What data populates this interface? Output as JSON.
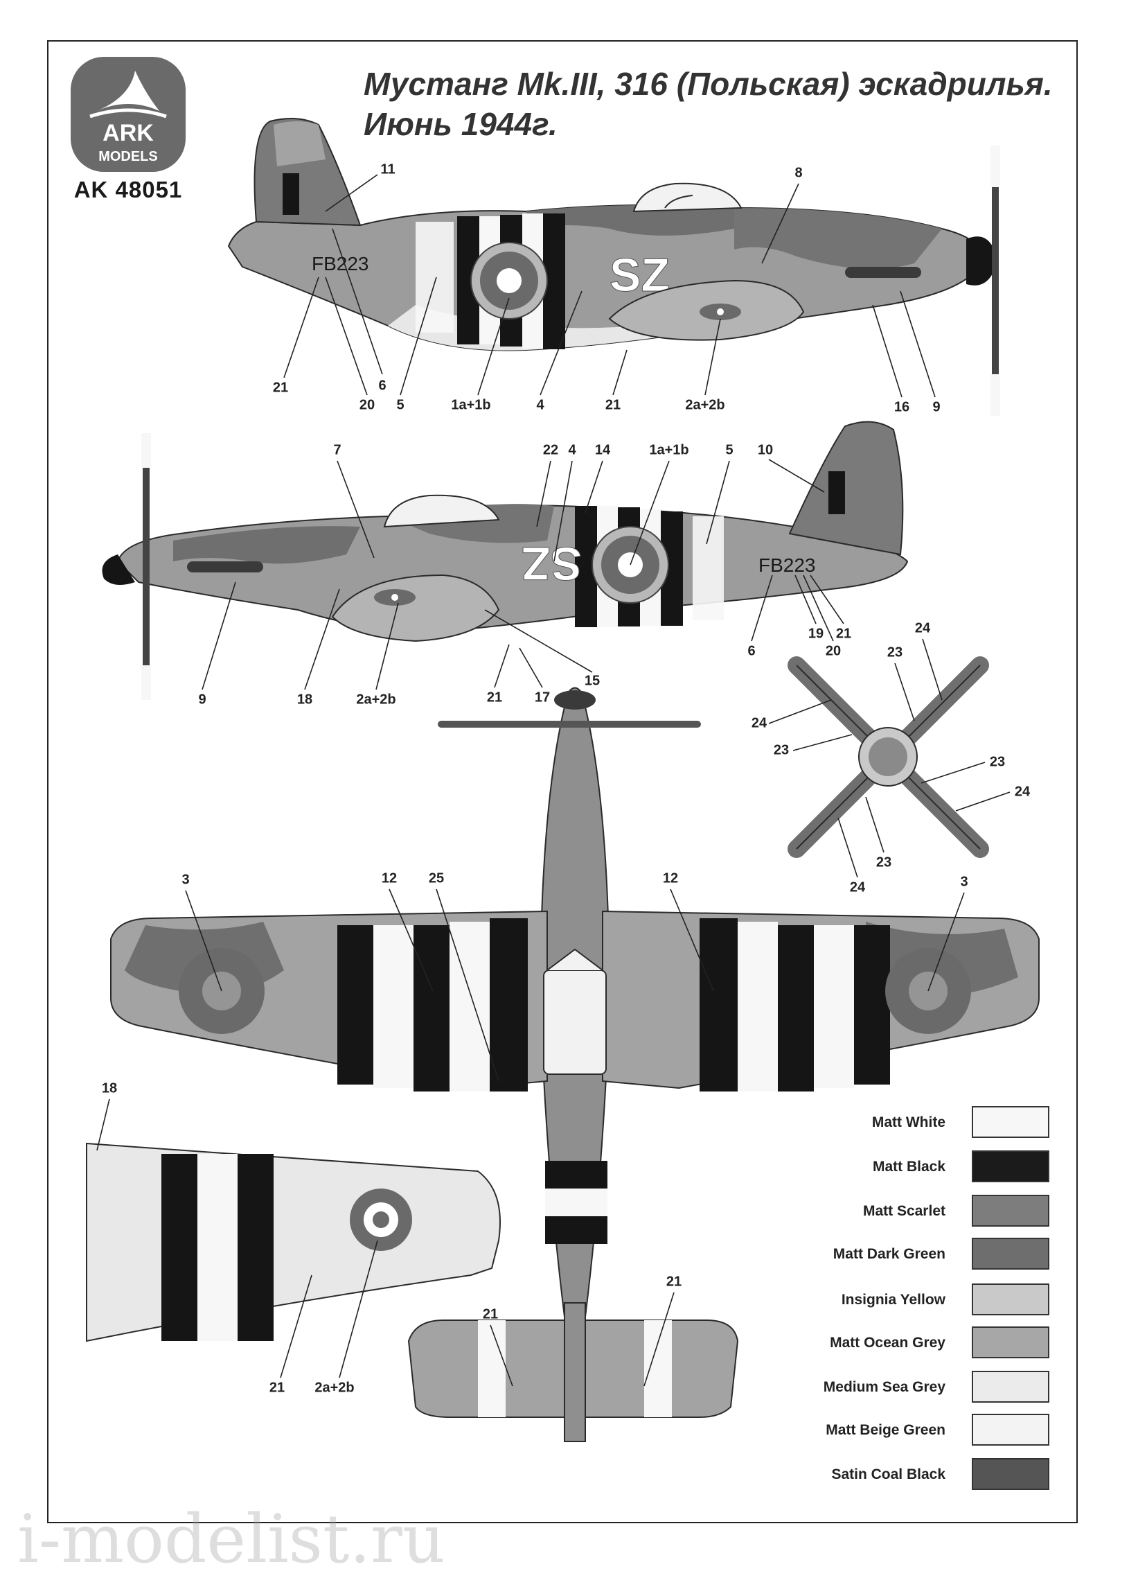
{
  "brand": {
    "logo_text_top": "ARK",
    "logo_text_bottom": "MODELS",
    "catalog_number": "AK 48051"
  },
  "title": {
    "line1": "Мустанг Mk.III, 316 (Польская) эскадрилья.",
    "line2": "Июнь 1944г."
  },
  "markings": {
    "serial": "FB223",
    "code_letters": "SZ"
  },
  "callouts": {
    "side1": [
      "11",
      "21",
      "20",
      "6",
      "5",
      "1a+1b",
      "4",
      "21",
      "8",
      "2a+2b",
      "16",
      "9"
    ],
    "side2": [
      "7",
      "22",
      "4",
      "14",
      "1a+1b",
      "5",
      "10",
      "9",
      "18",
      "2a+2b",
      "21",
      "17",
      "15",
      "6",
      "19",
      "20",
      "21"
    ],
    "propeller": [
      "24",
      "23",
      "24",
      "23",
      "23",
      "24",
      "23",
      "24"
    ],
    "plan": [
      "3",
      "12",
      "25",
      "12",
      "3",
      "21",
      "21"
    ],
    "wing_under": [
      "18",
      "21",
      "2a+2b"
    ]
  },
  "palette": [
    {
      "name": "Matt White",
      "color": "#f7f7f7"
    },
    {
      "name": "Matt Black",
      "color": "#1b1b1b"
    },
    {
      "name": "Matt Scarlet",
      "color": "#7d7d7d"
    },
    {
      "name": "Matt Dark Green",
      "color": "#6e6e6e"
    },
    {
      "name": "Insignia Yellow",
      "color": "#c9c9c9"
    },
    {
      "name": "Matt Ocean Grey",
      "color": "#a7a7a7"
    },
    {
      "name": "Medium Sea Grey",
      "color": "#ebebeb"
    },
    {
      "name": "Matt Beige Green",
      "color": "#f3f3f3"
    },
    {
      "name": "Satin Coal Black",
      "color": "#555555"
    }
  ],
  "watermark": "i-modelist.ru",
  "colors": {
    "dark_green": "#6f6f6f",
    "ocean_grey": "#a2a2a2",
    "sea_grey": "#e6e6e6",
    "stripe_black": "#151515",
    "outline": "#2a2a2a"
  }
}
